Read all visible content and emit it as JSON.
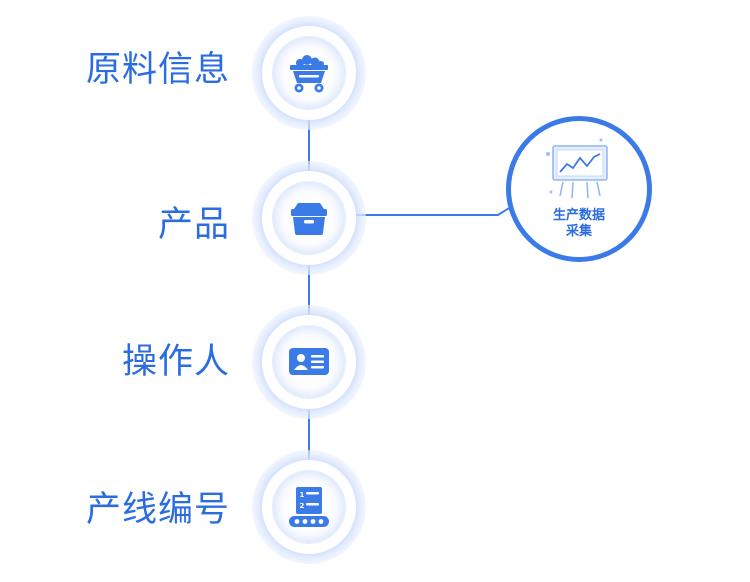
{
  "steps": [
    {
      "label": "原料信息",
      "icon": "mine-cart-icon"
    },
    {
      "label": "产品",
      "icon": "box-icon"
    },
    {
      "label": "操作人",
      "icon": "id-card-icon"
    },
    {
      "label": "产线编号",
      "icon": "production-line-icon"
    }
  ],
  "collection": {
    "label_line1": "生产数据",
    "label_line2": "采集",
    "icon": "monitor-chart-icon"
  },
  "colors": {
    "primary": "#3a7be8",
    "text": "#2b6de0",
    "glow": "#e2ecff"
  }
}
